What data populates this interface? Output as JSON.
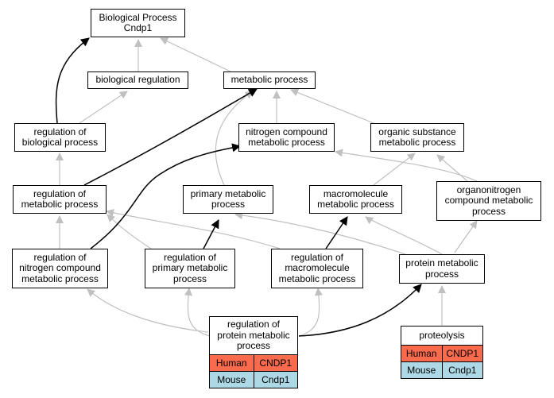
{
  "colors": {
    "human": "#fa6a4d",
    "mouse": "#add8e6",
    "edge_gray": "#c0c0c0",
    "edge_black": "#000000"
  },
  "nodes": {
    "bp": "Biological Process\nCndp1",
    "biological_regulation": "biological regulation",
    "metabolic_process": "metabolic process",
    "regulation_of_biological_process": "regulation of\nbiological process",
    "nitrogen_compound_metabolic_process": "nitrogen compound\nmetabolic process",
    "organic_substance_metabolic_process": "organic substance\nmetabolic process",
    "regulation_of_metabolic_process": "regulation of\nmetabolic process",
    "primary_metabolic_process": "primary metabolic\nprocess",
    "macromolecule_metabolic_process": "macromolecule\nmetabolic process",
    "organonitrogen_compound_metabolic_process": "organonitrogen\ncompound metabolic\nprocess",
    "regulation_of_nitrogen_compound_metabolic_process": "regulation of\nnitrogen compound\nmetabolic process",
    "regulation_of_primary_metabolic_process": "regulation of\nprimary metabolic\nprocess",
    "regulation_of_macromolecule_metabolic_process": "regulation of\nmacromolecule\nmetabolic process",
    "protein_metabolic_process": "protein metabolic\nprocess"
  },
  "tables": {
    "regulation_of_protein_metabolic_process": {
      "title": "regulation of\nprotein metabolic\nprocess",
      "rows": [
        {
          "species": "Human",
          "gene": "CNDP1"
        },
        {
          "species": "Mouse",
          "gene": "Cndp1"
        }
      ]
    },
    "proteolysis": {
      "title": "proteolysis",
      "rows": [
        {
          "species": "Human",
          "gene": "CNDP1"
        },
        {
          "species": "Mouse",
          "gene": "Cndp1"
        }
      ]
    }
  }
}
